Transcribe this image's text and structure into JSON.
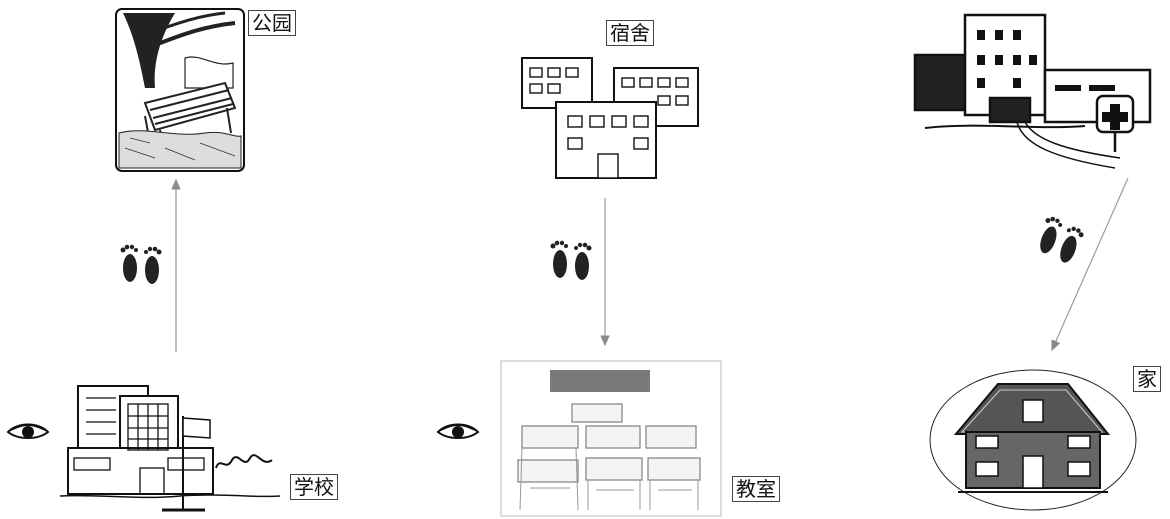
{
  "diagram": {
    "places": {
      "park": {
        "label": "公园"
      },
      "dormitory": {
        "label": "宿舍"
      },
      "hospital": {
        "label": ""
      },
      "school": {
        "label": "学校"
      },
      "classroom": {
        "label": "教室"
      },
      "home": {
        "label": "家"
      }
    },
    "routes": [
      {
        "from": "school",
        "to": "park",
        "mode": "walk"
      },
      {
        "from": "dormitory",
        "to": "classroom",
        "mode": "walk"
      },
      {
        "from": "hospital",
        "to": "home",
        "mode": "walk"
      }
    ],
    "icons": {
      "footprints": "footprints-icon",
      "eye": "eye-icon"
    },
    "colors": {
      "ink": "#1a1a1a",
      "arrow": "#8a8a8a",
      "board": "#7a7a7a"
    }
  }
}
